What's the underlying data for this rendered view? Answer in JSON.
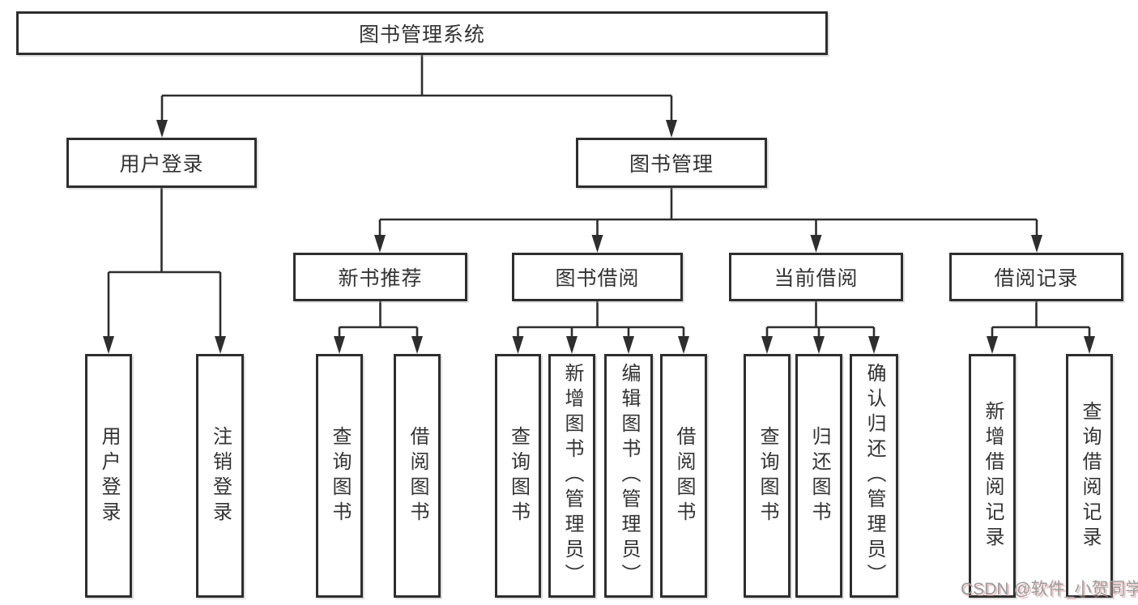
{
  "nodes": {
    "root": "图书管理系统",
    "level2": [
      "用户登录",
      "图书管理"
    ],
    "level3": [
      "新书推荐",
      "图书借阅",
      "当前借阅",
      "借阅记录"
    ],
    "level4": [
      "用户登录",
      "注销登录",
      "查询图书",
      "借阅图书",
      "查询图书",
      "新增图书（管理员）",
      "编辑图书（管理员）",
      "借阅图书",
      "查询图书",
      "归还图书",
      "确认归还（管理员）",
      "新增借阅记录",
      "查询借阅记录"
    ]
  },
  "hierarchy": {
    "图书管理系统": [
      "用户登录",
      "图书管理"
    ],
    "用户登录": [
      "用户登录",
      "注销登录"
    ],
    "图书管理": [
      "新书推荐",
      "图书借阅",
      "当前借阅",
      "借阅记录"
    ],
    "新书推荐": [
      "查询图书",
      "借阅图书"
    ],
    "图书借阅": [
      "查询图书",
      "新增图书（管理员）",
      "编辑图书（管理员）",
      "借阅图书"
    ],
    "当前借阅": [
      "查询图书",
      "归还图书",
      "确认归还（管理员）"
    ],
    "借阅记录": [
      "新增借阅记录",
      "查询借阅记录"
    ]
  },
  "watermark": {
    "text": "CSDN @软件_小贺同学"
  },
  "colors": {
    "line": "#2e2e2e",
    "box_border": "#2e2e2e",
    "text": "#333333",
    "background": "#ffffff",
    "watermark_gray": "#9c9c9c",
    "watermark_red": "#d98c8c"
  }
}
